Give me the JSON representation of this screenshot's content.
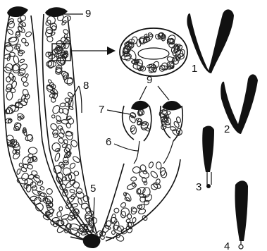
{
  "labels": {
    "chromomere": "9",
    "axis": "8",
    "loop": "7",
    "thread": "6",
    "centromere": "5",
    "chromosome_1": "1",
    "chromosome_2": "2",
    "chromosome_3": "3",
    "chromosome_4": "4"
  },
  "colors": {
    "ink": "#111111",
    "background": "#ffffff"
  }
}
